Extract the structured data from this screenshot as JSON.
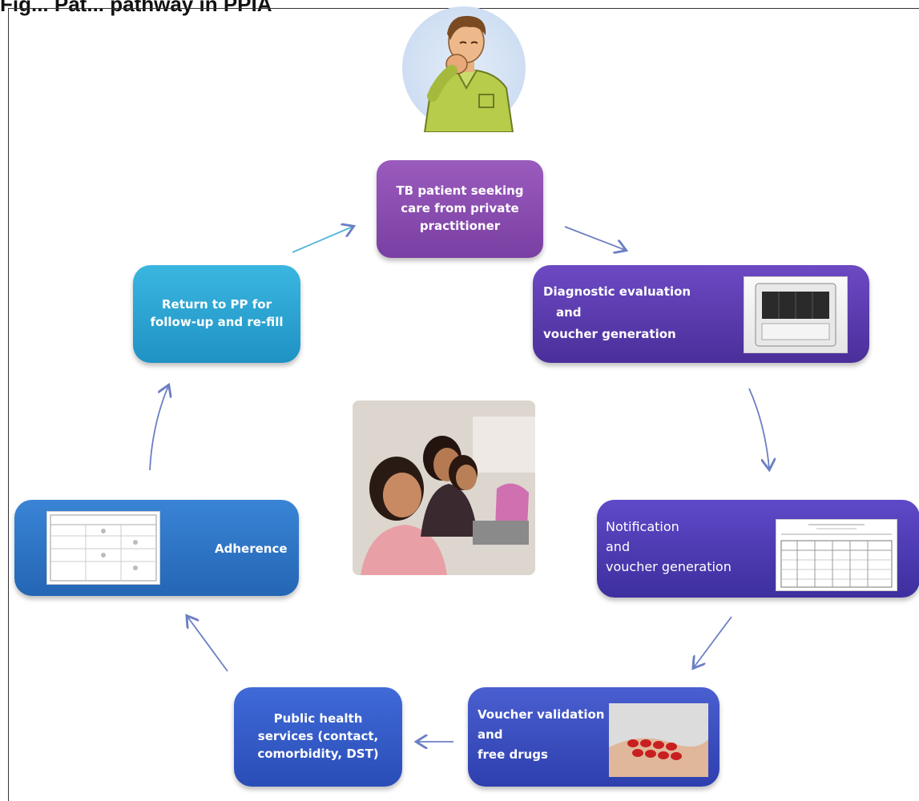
{
  "caption": "Fig... Pat... pathway in PPIA",
  "colors": {
    "step1": "#7a3fa3",
    "step2": "#4a2f9a",
    "step3": "#3d2f9e",
    "step4": "#2e3fae",
    "step5": "#2a4db6",
    "step6": "#2466b4",
    "step7": "#1f92c4",
    "arrow": "#6b7fc4"
  },
  "steps": {
    "tb_patient": [
      "TB patient seeking",
      "care from private",
      "practitioner"
    ],
    "diagnostic": [
      "Diagnostic evaluation",
      "and",
      "voucher generation"
    ],
    "notification": [
      "Notification",
      "and",
      "voucher generation"
    ],
    "voucher_validation": [
      "Voucher validation",
      "and",
      "free drugs"
    ],
    "public_health": [
      "Public health",
      "services (contact,",
      "comorbidity, DST)"
    ],
    "adherence": "Adherence",
    "return_pp": [
      "Return to PP for",
      "follow-up and re-fill"
    ]
  },
  "icons": {
    "patient": "coughing-patient-icon",
    "call_center": "call-center-photo",
    "diagnostic_machine": "genexpert-machine-icon",
    "form": "notification-form-icon",
    "drugs": "drug-blister-pack-icon",
    "adherence_form": "adherence-card-icon"
  }
}
